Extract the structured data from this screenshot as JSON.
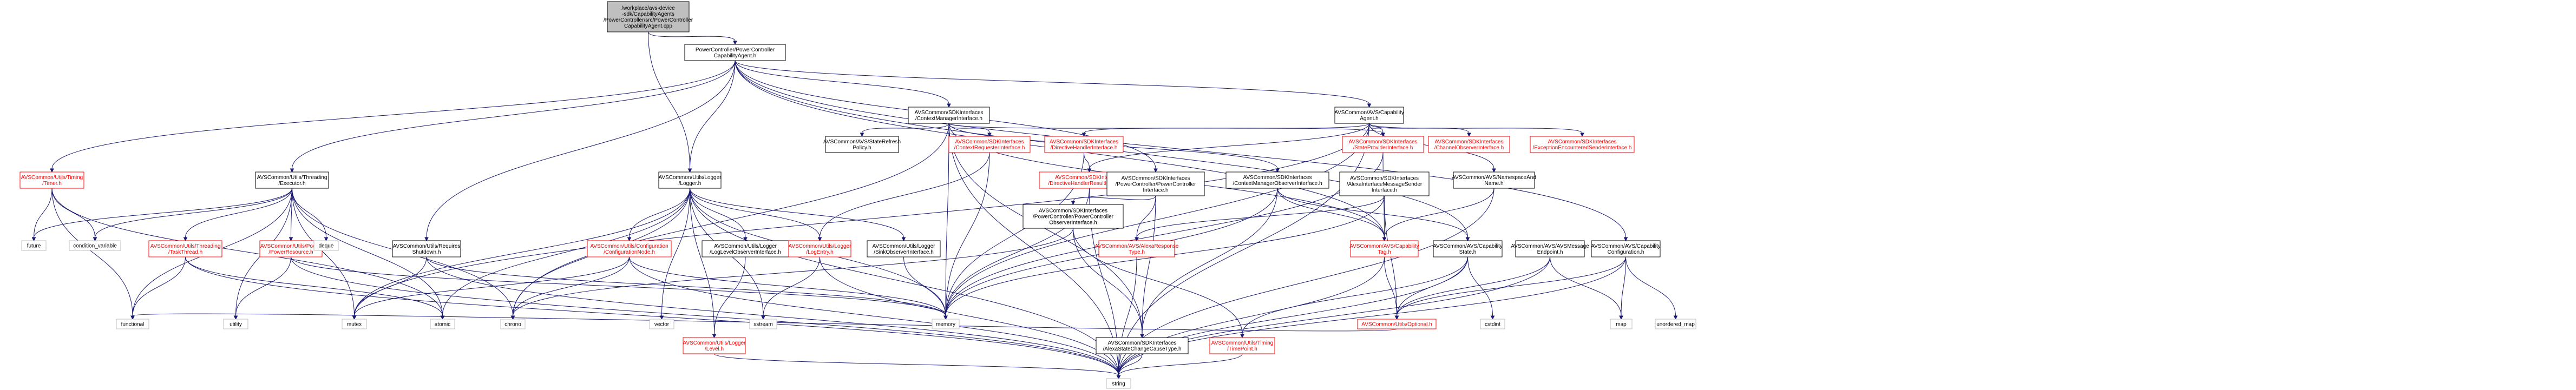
{
  "colors": {
    "edge": "#191970",
    "node_text": "#000000",
    "node_border": "#000000",
    "linked_border": "#ff0000",
    "linked_text": "#ff0000",
    "root_fill": "#bfbfbf",
    "node_fill": "#ffffff"
  },
  "nodes": [
    {
      "id": "root",
      "lines": [
        "/workplace/avs-device",
        "-sdk/CapabilityAgents",
        "/PowerController/src/PowerController",
        "CapabilityAgent.cpp"
      ],
      "style": "root"
    },
    {
      "id": "pcca",
      "lines": [
        "PowerController/PowerController",
        "CapabilityAgent.h"
      ],
      "style": "normal"
    },
    {
      "id": "timer",
      "lines": [
        "AVSCommon/Utils/Timing",
        "/Timer.h"
      ],
      "style": "linked"
    },
    {
      "id": "executor",
      "lines": [
        "AVSCommon/Utils/Threading",
        "/Executor.h"
      ],
      "style": "normal"
    },
    {
      "id": "reqshutdown",
      "lines": [
        "AVSCommon/Utils/Requires",
        "Shutdown.h"
      ],
      "style": "normal"
    },
    {
      "id": "logger",
      "lines": [
        "AVSCommon/Utils/Logger",
        "/Logger.h"
      ],
      "style": "normal"
    },
    {
      "id": "ctxmgr",
      "lines": [
        "AVSCommon/SDKInterfaces",
        "/ContextManagerInterface.h"
      ],
      "style": "normal"
    },
    {
      "id": "capagent",
      "lines": [
        "AVSCommon/AVS/Capability",
        "Agent.h"
      ],
      "style": "normal"
    },
    {
      "id": "capconfig",
      "lines": [
        "AVSCommon/AVS/Capability",
        "Configuration.h"
      ],
      "style": "normal"
    },
    {
      "id": "refresh",
      "lines": [
        "AVSCommon/AVS/StateRefresh",
        "Policy.h"
      ],
      "style": "normal"
    },
    {
      "id": "ctxreq",
      "lines": [
        "AVSCommon/SDKInterfaces",
        "/ContextRequesterInterface.h"
      ],
      "style": "linked"
    },
    {
      "id": "dirhandler",
      "lines": [
        "AVSCommon/SDKInterfaces",
        "/DirectiveHandlerInterface.h"
      ],
      "style": "linked"
    },
    {
      "id": "stateprov",
      "lines": [
        "AVSCommon/SDKInterfaces",
        "/StateProviderInterface.h"
      ],
      "style": "linked"
    },
    {
      "id": "chanobs",
      "lines": [
        "AVSCommon/SDKInterfaces",
        "/ChannelObserverInterface.h"
      ],
      "style": "linked"
    },
    {
      "id": "excsender",
      "lines": [
        "AVSCommon/SDKInterfaces",
        "/ExceptionEncounteredSenderInterface.h"
      ],
      "style": "linked"
    },
    {
      "id": "nsname",
      "lines": [
        "AVSCommon/AVS/NamespaceAnd",
        "Name.h"
      ],
      "style": "normal"
    },
    {
      "id": "dirresult",
      "lines": [
        "AVSCommon/SDKInterfaces",
        "/DirectiveHandlerResultInterface.h"
      ],
      "style": "linked"
    },
    {
      "id": "pcif",
      "lines": [
        "AVSCommon/SDKInterfaces",
        "/PowerController/PowerController",
        "Interface.h"
      ],
      "style": "normal"
    },
    {
      "id": "ctxmgrobs",
      "lines": [
        "AVSCommon/SDKInterfaces",
        "/ContextManagerObserverInterface.h"
      ],
      "style": "normal"
    },
    {
      "id": "alexasender",
      "lines": [
        "AVSCommon/SDKInterfaces",
        "/AlexaInterfaceMessageSender",
        "Interface.h"
      ],
      "style": "normal"
    },
    {
      "id": "pcobs",
      "lines": [
        "AVSCommon/SDKInterfaces",
        "/PowerController/PowerController",
        "ObserverInterface.h"
      ],
      "style": "normal"
    },
    {
      "id": "alexaresp",
      "lines": [
        "AVSCommon/AVS/AlexaResponse",
        "Type.h"
      ],
      "style": "linked"
    },
    {
      "id": "captag",
      "lines": [
        "AVSCommon/AVS/Capability",
        "Tag.h"
      ],
      "style": "linked"
    },
    {
      "id": "capstate",
      "lines": [
        "AVSCommon/AVS/Capability",
        "State.h"
      ],
      "style": "normal"
    },
    {
      "id": "msgendpoint",
      "lines": [
        "AVSCommon/AVS/AVSMessage",
        "Endpoint.h"
      ],
      "style": "normal"
    },
    {
      "id": "future",
      "lines": [
        "future"
      ],
      "style": "plain"
    },
    {
      "id": "condvar",
      "lines": [
        "condition_variable"
      ],
      "style": "plain"
    },
    {
      "id": "taskthread",
      "lines": [
        "AVSCommon/Utils/Threading",
        "/TaskThread.h"
      ],
      "style": "linked"
    },
    {
      "id": "powerres",
      "lines": [
        "AVSCommon/Utils/Power",
        "/PowerResource.h"
      ],
      "style": "linked"
    },
    {
      "id": "deque",
      "lines": [
        "deque"
      ],
      "style": "plain"
    },
    {
      "id": "confnode",
      "lines": [
        "AVSCommon/Utils/Configuration",
        "/ConfigurationNode.h"
      ],
      "style": "linked"
    },
    {
      "id": "loglevelobs",
      "lines": [
        "AVSCommon/Utils/Logger",
        "/LogLevelObserverInterface.h"
      ],
      "style": "normal"
    },
    {
      "id": "logentry",
      "lines": [
        "AVSCommon/Utils/Logger",
        "/LogEntry.h"
      ],
      "style": "linked"
    },
    {
      "id": "sinkobs",
      "lines": [
        "AVSCommon/Utils/Logger",
        "/SinkObserverInterface.h"
      ],
      "style": "normal"
    },
    {
      "id": "functional",
      "lines": [
        "functional"
      ],
      "style": "plain"
    },
    {
      "id": "utility",
      "lines": [
        "utility"
      ],
      "style": "plain"
    },
    {
      "id": "mutex",
      "lines": [
        "mutex"
      ],
      "style": "plain"
    },
    {
      "id": "atomic",
      "lines": [
        "atomic"
      ],
      "style": "plain"
    },
    {
      "id": "chrono",
      "lines": [
        "chrono"
      ],
      "style": "plain"
    },
    {
      "id": "loglevel",
      "lines": [
        "AVSCommon/Utils/Logger",
        "/Level.h"
      ],
      "style": "linked"
    },
    {
      "id": "vector",
      "lines": [
        "vector"
      ],
      "style": "plain"
    },
    {
      "id": "sstream",
      "lines": [
        "sstream"
      ],
      "style": "plain"
    },
    {
      "id": "memory",
      "lines": [
        "memory"
      ],
      "style": "plain"
    },
    {
      "id": "statechange",
      "lines": [
        "AVSCommon/SDKInterfaces",
        "/AlexaStateChangeCauseType.h"
      ],
      "style": "normal"
    },
    {
      "id": "timepoint",
      "lines": [
        "AVSCommon/Utils/Timing",
        "/TimePoint.h"
      ],
      "style": "linked"
    },
    {
      "id": "optional",
      "lines": [
        "AVSCommon/Utils/Optional.h"
      ],
      "style": "linked"
    },
    {
      "id": "cstdint",
      "lines": [
        "cstdint"
      ],
      "style": "plain"
    },
    {
      "id": "map",
      "lines": [
        "map"
      ],
      "style": "plain"
    },
    {
      "id": "umap",
      "lines": [
        "unordered_map"
      ],
      "style": "plain"
    },
    {
      "id": "string",
      "lines": [
        "string"
      ],
      "style": "plain"
    }
  ],
  "edges": [
    [
      "root",
      "pcca"
    ],
    [
      "root",
      "logger"
    ],
    [
      "pcca",
      "timer"
    ],
    [
      "pcca",
      "executor"
    ],
    [
      "pcca",
      "reqshutdown"
    ],
    [
      "pcca",
      "logger"
    ],
    [
      "pcca",
      "ctxmgr"
    ],
    [
      "pcca",
      "capagent"
    ],
    [
      "pcca",
      "capconfig"
    ],
    [
      "pcca",
      "pcif"
    ],
    [
      "pcca",
      "captag"
    ],
    [
      "pcca",
      "capstate"
    ],
    [
      "timer",
      "future"
    ],
    [
      "timer",
      "functional"
    ],
    [
      "timer",
      "atomic"
    ],
    [
      "timer",
      "condvar"
    ],
    [
      "executor",
      "future"
    ],
    [
      "executor",
      "condvar"
    ],
    [
      "executor",
      "taskthread"
    ],
    [
      "executor",
      "powerres"
    ],
    [
      "executor",
      "deque"
    ],
    [
      "executor",
      "functional"
    ],
    [
      "executor",
      "mutex"
    ],
    [
      "executor",
      "atomic"
    ],
    [
      "executor",
      "chrono"
    ],
    [
      "executor",
      "utility"
    ],
    [
      "reqshutdown",
      "mutex"
    ],
    [
      "reqshutdown",
      "memory"
    ],
    [
      "reqshutdown",
      "string"
    ],
    [
      "logger",
      "confnode"
    ],
    [
      "logger",
      "loglevelobs"
    ],
    [
      "logger",
      "logentry"
    ],
    [
      "logger",
      "sinkobs"
    ],
    [
      "logger",
      "loglevel"
    ],
    [
      "logger",
      "mutex"
    ],
    [
      "logger",
      "atomic"
    ],
    [
      "logger",
      "chrono"
    ],
    [
      "logger",
      "vector"
    ],
    [
      "logger",
      "sstream"
    ],
    [
      "logger",
      "memory"
    ],
    [
      "logger",
      "string"
    ],
    [
      "ctxmgr",
      "refresh"
    ],
    [
      "ctxmgr",
      "ctxreq"
    ],
    [
      "ctxmgr",
      "stateprov"
    ],
    [
      "ctxmgr",
      "ctxmgrobs"
    ],
    [
      "ctxmgr",
      "statechange"
    ],
    [
      "ctxmgr",
      "memory"
    ],
    [
      "ctxmgr",
      "chrono"
    ],
    [
      "ctxmgr",
      "string"
    ],
    [
      "ctxmgr",
      "captag"
    ],
    [
      "capagent",
      "dirhandler"
    ],
    [
      "capagent",
      "stateprov"
    ],
    [
      "capagent",
      "chanobs"
    ],
    [
      "capagent",
      "excsender"
    ],
    [
      "capagent",
      "nsname"
    ],
    [
      "capagent",
      "dirresult"
    ],
    [
      "capagent",
      "memory"
    ],
    [
      "capagent",
      "string"
    ],
    [
      "capagent",
      "mutex"
    ],
    [
      "capconfig",
      "map"
    ],
    [
      "capconfig",
      "umap"
    ],
    [
      "capconfig",
      "string"
    ],
    [
      "capconfig",
      "optional"
    ],
    [
      "ctxreq",
      "logentry"
    ],
    [
      "ctxreq",
      "memory"
    ],
    [
      "dirhandler",
      "dirresult"
    ],
    [
      "dirhandler",
      "memory"
    ],
    [
      "stateprov",
      "captag"
    ],
    [
      "stateprov",
      "memory"
    ],
    [
      "nsname",
      "captag"
    ],
    [
      "nsname",
      "string"
    ],
    [
      "dirresult",
      "memory"
    ],
    [
      "dirresult",
      "string"
    ],
    [
      "pcif",
      "pcobs"
    ],
    [
      "pcif",
      "alexaresp"
    ],
    [
      "pcif",
      "statechange"
    ],
    [
      "ctxmgrobs",
      "captag"
    ],
    [
      "ctxmgrobs",
      "capstate"
    ],
    [
      "ctxmgrobs",
      "statechange"
    ],
    [
      "ctxmgrobs",
      "memory"
    ],
    [
      "alexasender",
      "alexaresp"
    ],
    [
      "alexasender",
      "memory"
    ],
    [
      "alexasender",
      "optional"
    ],
    [
      "pcobs",
      "statechange"
    ],
    [
      "pcobs",
      "timepoint"
    ],
    [
      "pcobs",
      "chrono"
    ],
    [
      "alexaresp",
      "string"
    ],
    [
      "captag",
      "optional"
    ],
    [
      "captag",
      "string"
    ],
    [
      "capstate",
      "timepoint"
    ],
    [
      "capstate",
      "cstdint"
    ],
    [
      "capstate",
      "string"
    ],
    [
      "capstate",
      "optional"
    ],
    [
      "msgendpoint",
      "map"
    ],
    [
      "msgendpoint",
      "string"
    ],
    [
      "msgendpoint",
      "optional"
    ],
    [
      "taskthread",
      "functional"
    ],
    [
      "taskthread",
      "atomic"
    ],
    [
      "taskthread",
      "string"
    ],
    [
      "powerres",
      "memory"
    ],
    [
      "powerres",
      "string"
    ],
    [
      "powerres",
      "utility"
    ],
    [
      "confnode",
      "chrono"
    ],
    [
      "confnode",
      "memory"
    ],
    [
      "confnode",
      "string"
    ],
    [
      "confnode",
      "mutex"
    ],
    [
      "loglevelobs",
      "loglevel"
    ],
    [
      "logentry",
      "sstream"
    ],
    [
      "logentry",
      "string"
    ],
    [
      "sinkobs",
      "memory"
    ],
    [
      "loglevel",
      "string"
    ],
    [
      "statechange",
      "string"
    ],
    [
      "timepoint",
      "string"
    ],
    [
      "optional",
      "functional"
    ]
  ]
}
